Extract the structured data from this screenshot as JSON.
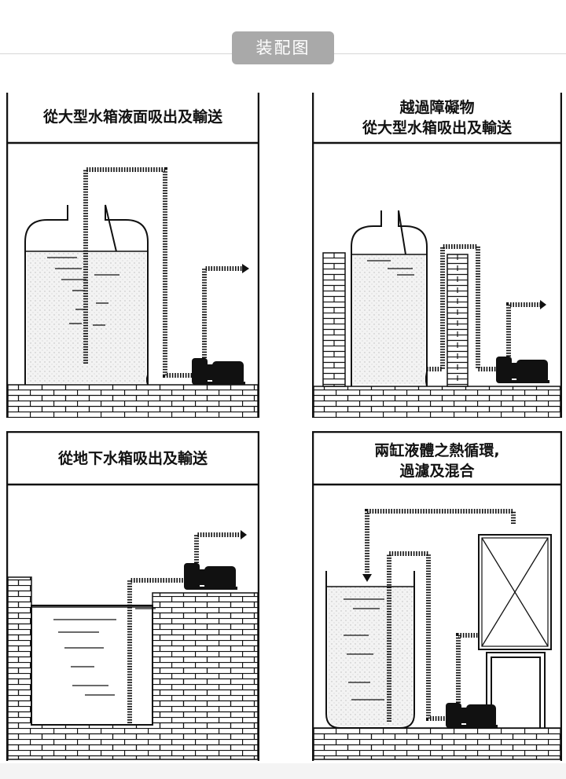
{
  "header": {
    "title": "装配图"
  },
  "panels": [
    {
      "title_lines": [
        "從大型水箱液面吸出及輸送"
      ]
    },
    {
      "title_lines": [
        "越過障礙物",
        "從大型水箱吸出及輸送"
      ]
    },
    {
      "title_lines": [
        "從地下水箱吸出及輸送"
      ]
    },
    {
      "title_lines": [
        "兩缸液體之熱循環,",
        "過濾及混合"
      ]
    }
  ],
  "colors": {
    "ink": "#111111",
    "header_bg": "#a9a9a9",
    "liquid_stipple": "#e6e6e6"
  }
}
